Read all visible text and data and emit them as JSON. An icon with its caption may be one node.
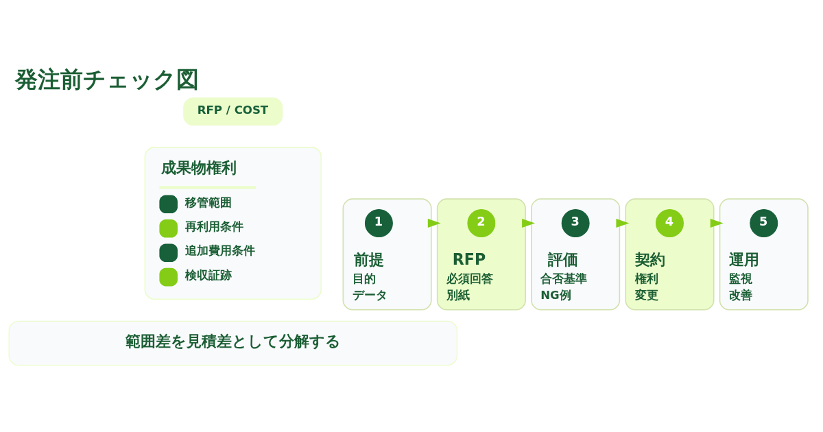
{
  "diagram": {
    "title": "発注前チェック図",
    "nodes": [
      {
        "text": [
          "RFP / COST"
        ]
      },
      {
        "text": [
          "成果物権利",
          "移管範囲",
          "再利用条件",
          "追加費用条件",
          "検収証跡"
        ]
      },
      {
        "text": [
          "前提",
          "目的",
          "データ"
        ]
      },
      {
        "text": [
          "1"
        ],
        "in": 2
      },
      {
        "text": [
          "RFP",
          "必須回答",
          "別紙"
        ]
      },
      {
        "text": [
          "2"
        ],
        "in": 4
      },
      {
        "text": [
          "評価",
          "合否基準",
          "NG例"
        ]
      },
      {
        "text": [
          "3"
        ],
        "in": 6
      },
      {
        "text": [
          "契約",
          "権利",
          "変更"
        ]
      },
      {
        "text": [
          "4"
        ],
        "in": 8
      },
      {
        "text": [
          "運用",
          "監視",
          "改善"
        ]
      },
      {
        "text": [
          "5"
        ],
        "in": 10
      },
      {
        "text": [
          "範囲差を見積差として分解する"
        ]
      }
    ],
    "edges": [
      {
        "from": 2,
        "to": 4,
        "arrow": "to"
      },
      {
        "from": 4,
        "to": 6,
        "arrow": "to"
      },
      {
        "from": 6,
        "to": 8,
        "arrow": "to"
      },
      {
        "from": 8,
        "to": 10,
        "arrow": "to"
      }
    ]
  }
}
